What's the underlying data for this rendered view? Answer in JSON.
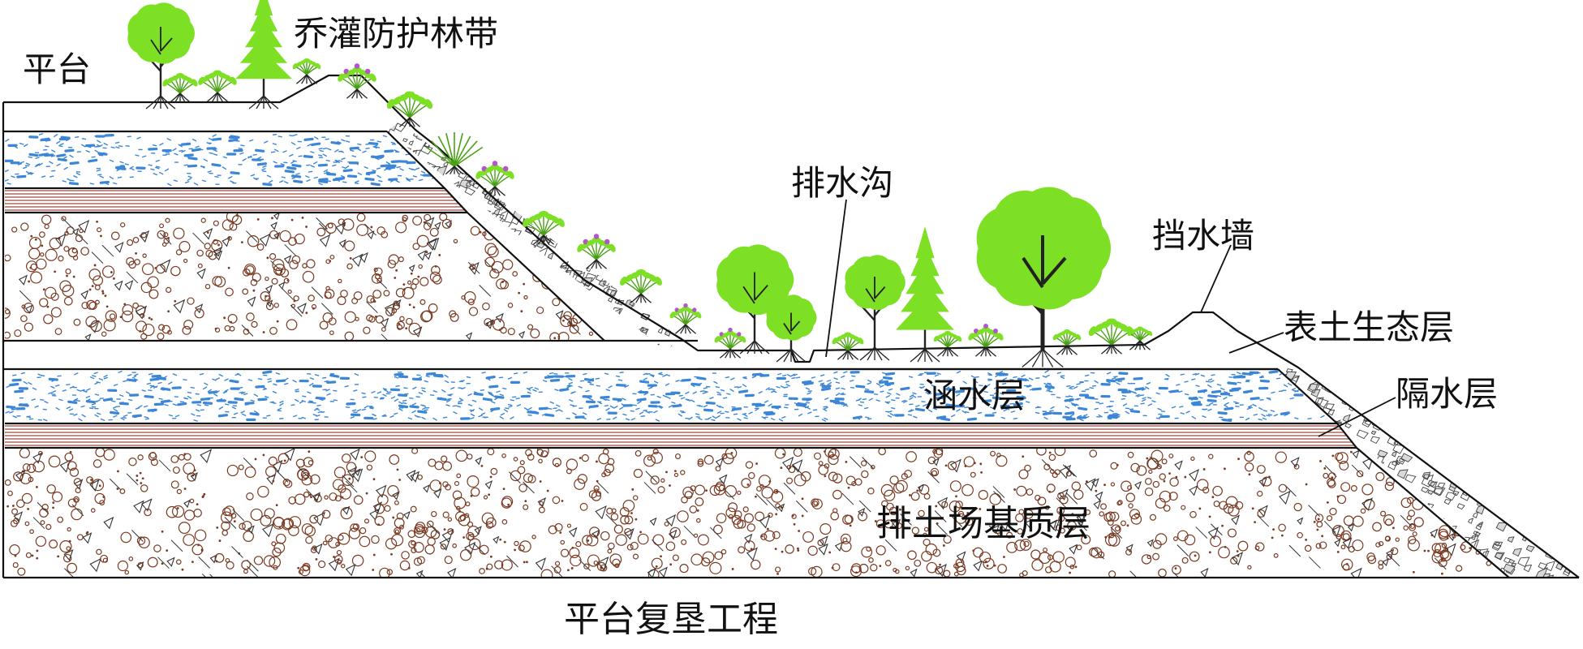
{
  "labels": {
    "platform": "平台",
    "shrub_forest_belt": "乔灌防护林带",
    "drainage_ditch": "排水沟",
    "retaining_wall": "挡水墙",
    "topsoil_eco_layer": "表土生态层",
    "aquifer_layer": "涵水层",
    "aquiclude_layer": "隔水层",
    "dump_substrate_layer": "排土场基质层",
    "caption": "平台复垦工程"
  },
  "colors": {
    "outline": "#111111",
    "water_dash": "#3b86d6",
    "stripe_brown": "#9a4a3a",
    "pebble": "#7a3a22",
    "foliage": "#7de025",
    "foliage_dark": "#4aa014",
    "trunk": "#222222",
    "flower": "#b257c9"
  }
}
